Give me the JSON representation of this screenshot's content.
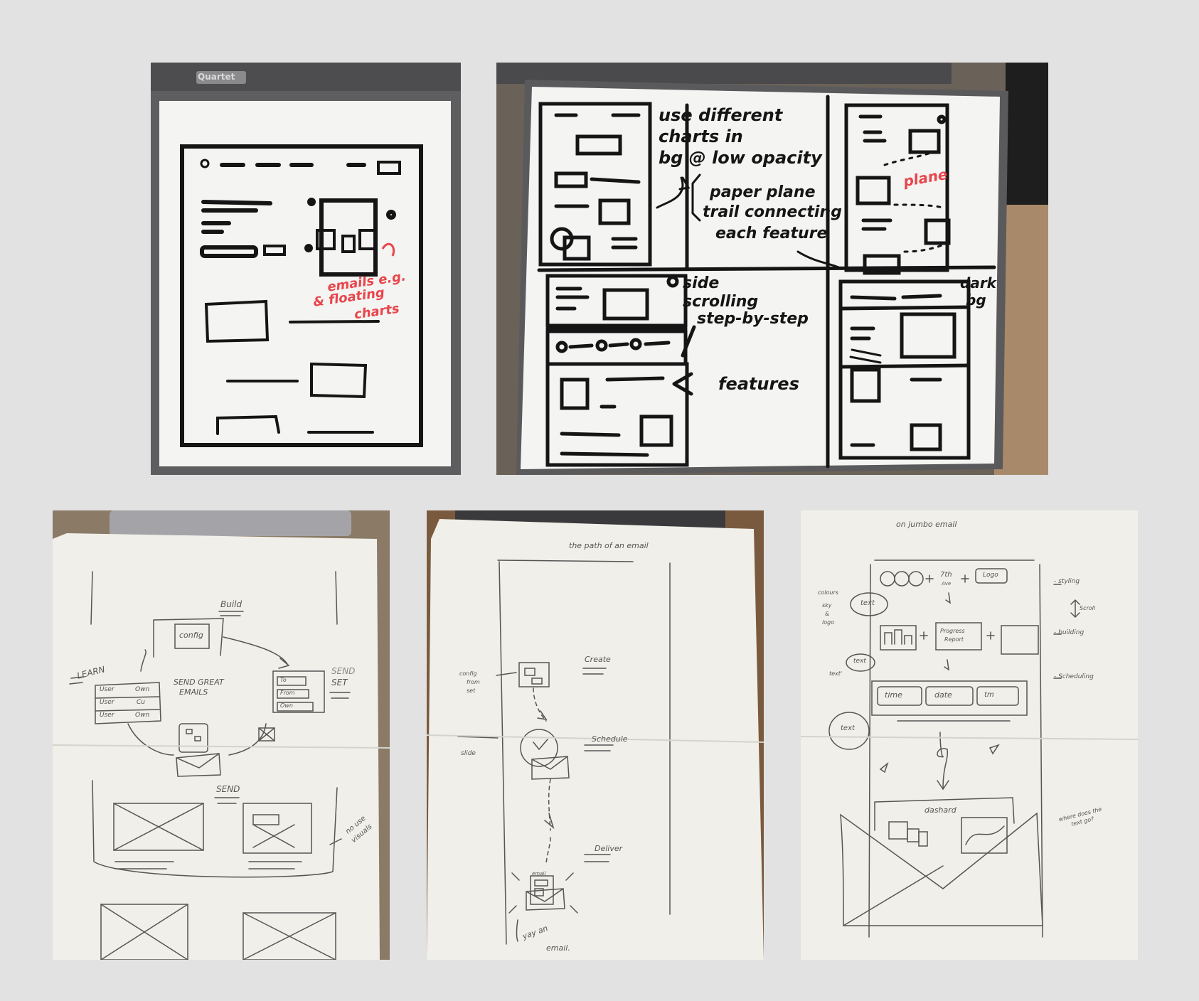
{
  "photos": [
    {
      "id": "whiteboard-left",
      "brand": "Quartet",
      "annotations": [
        "emails e.g.",
        "& floating",
        "charts"
      ]
    },
    {
      "id": "whiteboard-right",
      "annotations": {
        "note_charts": [
          "use different",
          "charts in",
          "bg @ low opacity"
        ],
        "note_plane": [
          "paper plane",
          "trail connecting",
          "each feature"
        ],
        "plane_red": "plane",
        "note_scroll": [
          "side",
          "scrolling",
          "step-by-step"
        ],
        "note_features": "features",
        "note_dark": [
          "dark",
          "bg"
        ]
      }
    },
    {
      "id": "paper-left",
      "annotations": {
        "build": "Build",
        "config": "config",
        "learn": "LEARN",
        "send_great": [
          "SEND GREAT",
          "EMAILS"
        ],
        "send_set": [
          "SEND",
          "SET"
        ],
        "send": "SEND",
        "users": [
          [
            "User",
            "Own"
          ],
          [
            "User",
            "Cu"
          ],
          [
            "User",
            "Own"
          ]
        ],
        "set_rows": [
          "To",
          "From",
          "Own"
        ],
        "use_visuals": [
          "no use",
          "visuals"
        ]
      }
    },
    {
      "id": "paper-middle",
      "annotations": {
        "title": "the path of an email",
        "create": "Create",
        "schedule": "Schedule",
        "deliver": "Deliver",
        "config_side": [
          "config",
          "from",
          "set"
        ],
        "slide": "slide",
        "email": "email",
        "footer": [
          "yay an",
          "email."
        ]
      }
    },
    {
      "id": "paper-right",
      "annotations": {
        "title": "on jumbo email",
        "colours": [
          "colours",
          "sky",
          "&",
          "logo"
        ],
        "day": "7th",
        "ave": "Ave",
        "logo": "Logo",
        "text": "text",
        "progress": [
          "Progress",
          "Report"
        ],
        "time": "time",
        "date": "date",
        "tz": "tm",
        "text_bubble": "text",
        "text_note": "text'",
        "dashboard": "dashard",
        "right_notes": [
          "- styling",
          "Scroll",
          "- building",
          "- Scheduling"
        ],
        "where_note": [
          "where does the",
          "text go?"
        ]
      }
    }
  ],
  "colors": {
    "background": "#e2e2e2",
    "whiteboard": "#f4f4f2",
    "frame": "#5e5e60",
    "marker_black": "#151515",
    "marker_red": "#e8454c",
    "paper": "#f0efe9",
    "pencil": "#555555",
    "wood": "#7a5a3e"
  }
}
